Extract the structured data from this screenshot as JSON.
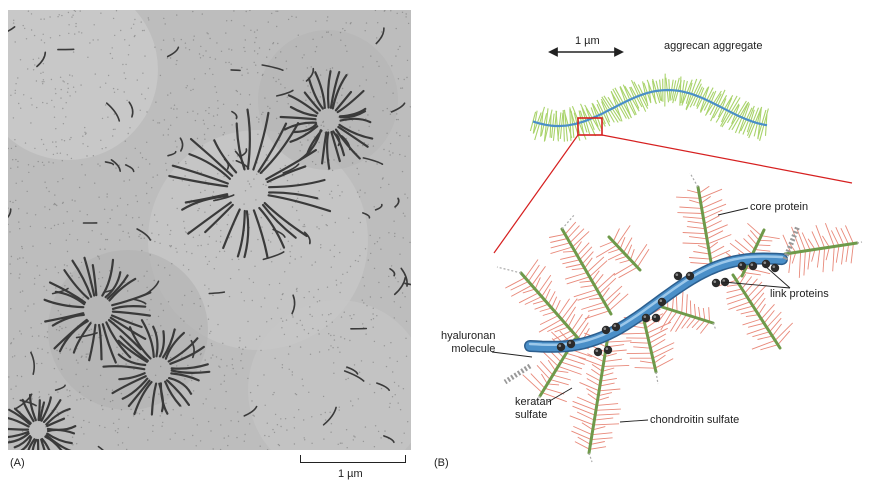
{
  "panel_a": {
    "label": "(A)",
    "scale": "1 µm"
  },
  "panel_b": {
    "label": "(B)",
    "scale": "1 µm",
    "title": "aggrecan aggregate",
    "labels": {
      "core_protein": "core protein",
      "link_proteins": "link proteins",
      "hyaluronan": "hyaluronan\nmolecule",
      "keratan": "keratan\nsulfate",
      "chondroitin": "chondroitin sulfate"
    }
  },
  "colors": {
    "hyaluronan": "#4a8fc8",
    "core_protein": "#6f9a4a",
    "glycosaminoglycan": "#e8897a",
    "aggregate_fringe": "#a9d36b",
    "link_protein": "#2b2b2b",
    "zoom_lines": "#d62020",
    "micrograph_bg": "#bdbdbd",
    "micrograph_fibers": "#3a3a3a"
  }
}
